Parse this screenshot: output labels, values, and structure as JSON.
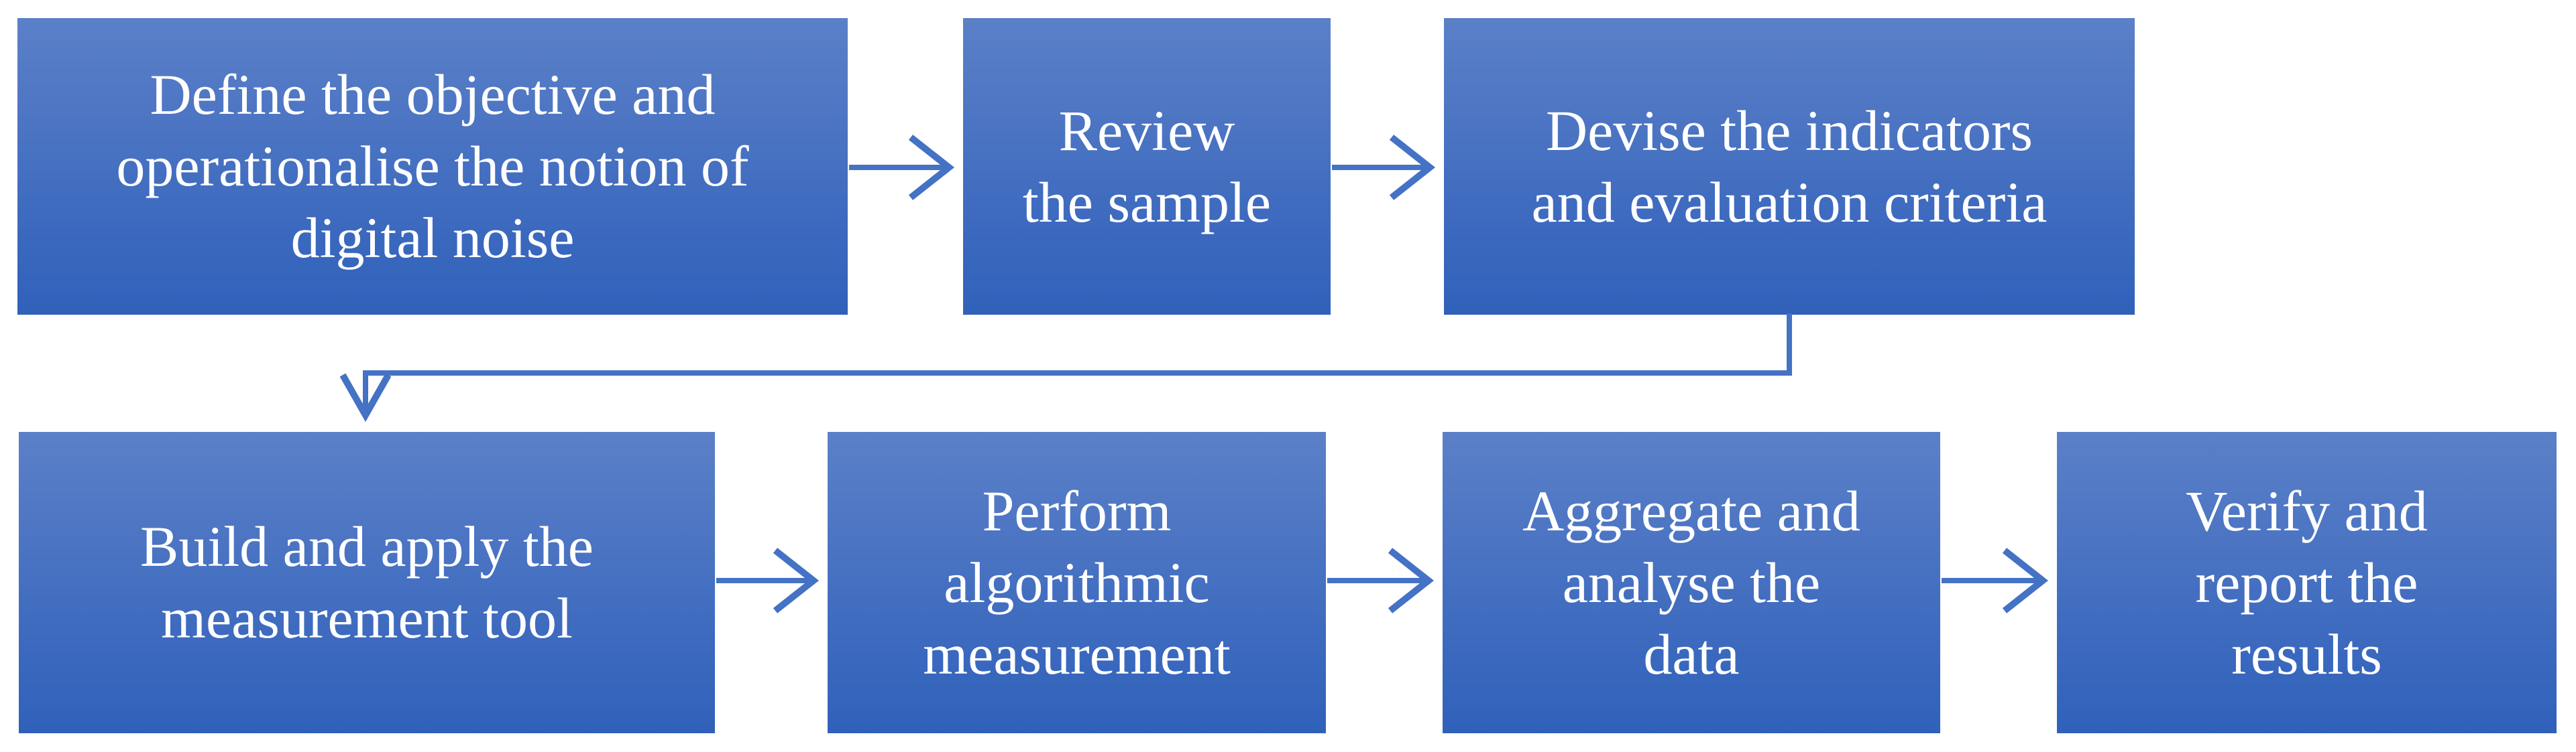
{
  "colors": {
    "box_top": "#5b80c8",
    "box_bottom": "#3061ba",
    "arrow": "#4472c4",
    "text": "#ffffff",
    "background": "#ffffff"
  },
  "boxes": [
    {
      "id": "define-objective",
      "label": "Define the objective and operationalise the notion of digital noise",
      "lines": [
        "Define the objective and",
        "operationalise the notion of",
        "digital noise"
      ]
    },
    {
      "id": "review-sample",
      "label": "Review the sample",
      "lines": [
        "Review",
        "the sample"
      ]
    },
    {
      "id": "devise-indicators",
      "label": "Devise the indicators and evaluation criteria",
      "lines": [
        "Devise the indicators",
        "and evaluation criteria"
      ]
    },
    {
      "id": "build-apply-tool",
      "label": "Build and apply the measurement tool",
      "lines": [
        "Build and apply the",
        "measurement tool"
      ]
    },
    {
      "id": "perform-measurement",
      "label": "Perform algorithmic measurement",
      "lines": [
        "Perform",
        "algorithmic",
        "measurement"
      ]
    },
    {
      "id": "aggregate-analyse",
      "label": "Aggregate and analyse the data",
      "lines": [
        "Aggregate and",
        "analyse the",
        "data"
      ]
    },
    {
      "id": "verify-report",
      "label": "Verify and report the results",
      "lines": [
        "Verify and",
        "report the",
        "results"
      ]
    }
  ]
}
